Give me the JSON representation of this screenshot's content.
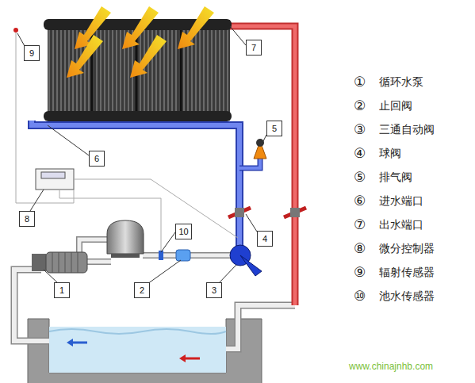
{
  "diagram": {
    "nodes": [
      {
        "text": [
          "9"
        ]
      },
      {
        "text": [
          "7"
        ]
      },
      {
        "text": [
          "6"
        ]
      },
      {
        "text": [
          "5"
        ]
      },
      {
        "text": [
          "8"
        ]
      },
      {
        "text": [
          "10"
        ]
      },
      {
        "text": [
          "4"
        ]
      },
      {
        "text": [
          "1"
        ]
      },
      {
        "text": [
          "2"
        ]
      },
      {
        "text": [
          "3"
        ]
      }
    ],
    "labels": [
      "①",
      "②",
      "③",
      "④",
      "⑤",
      "⑥",
      "⑦",
      "⑧",
      "⑨",
      "⑩",
      "www.chinajnhb.com"
    ],
    "legend": [
      {
        "text": "循环水泵"
      },
      {
        "text": "止回阀"
      },
      {
        "text": "三通自动阀"
      },
      {
        "text": "球阀"
      },
      {
        "text": "排气阀"
      },
      {
        "text": "进水端口"
      },
      {
        "text": "出水端口"
      },
      {
        "text": "微分控制器"
      },
      {
        "text": "辐射传感器"
      },
      {
        "text": "池水传感器"
      }
    ]
  }
}
